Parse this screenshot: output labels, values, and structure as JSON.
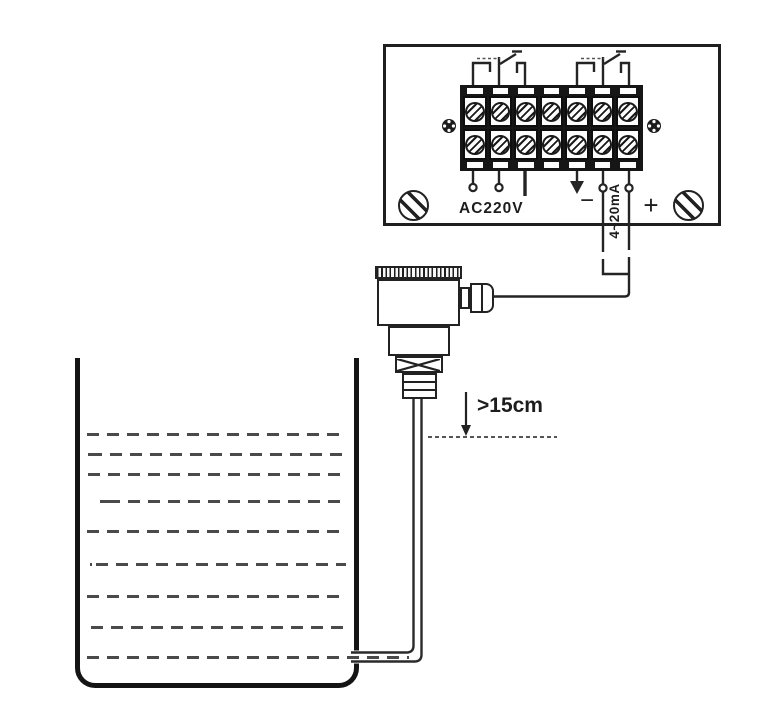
{
  "controller": {
    "power_label": "AC220V",
    "polarity_minus": "−",
    "polarity_plus": "+",
    "signal_label": "4~20mA"
  },
  "installation": {
    "min_distance_label": ">15cm"
  },
  "colors": {
    "line": "#222222",
    "terminal_block": "#161616",
    "liquid_dash": "#4a4a4a",
    "background": "#ffffff"
  },
  "icons": {
    "terminal_screw": "slotted-screw-circle",
    "corner_screw": "large-slotted-screw-circle",
    "panel_screw": "phillips-cross-screw",
    "ground_terminal": "filled-down-arrow",
    "relay_contact": "spdt-switch-symbol",
    "open_terminal": "small-open-circle"
  }
}
